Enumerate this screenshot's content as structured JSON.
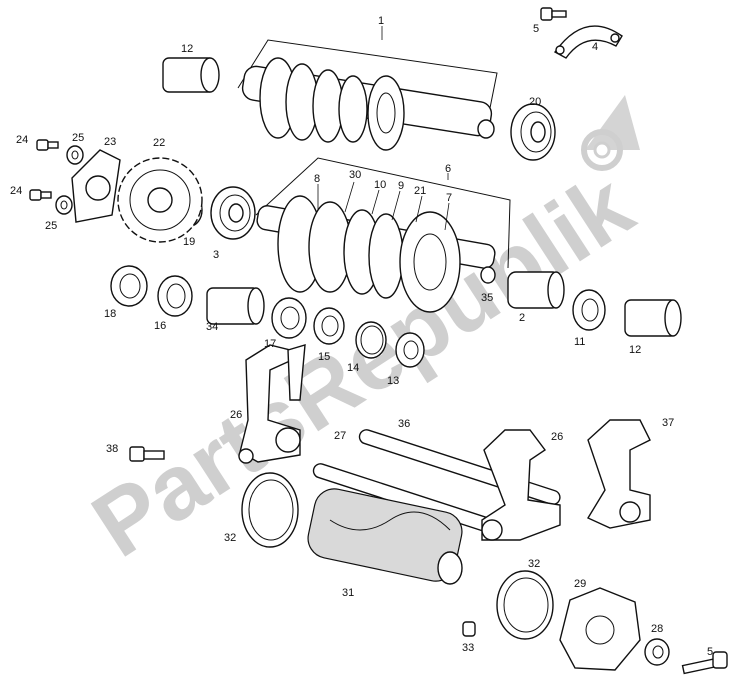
{
  "watermark": {
    "text": "PartsRepublik"
  },
  "callouts": {
    "c1": "1",
    "c2": "2",
    "c3": "3",
    "c4": "4",
    "c5a": "5",
    "c5b": "5",
    "c6": "6",
    "c7": "7",
    "c8": "8",
    "c9": "9",
    "c10": "10",
    "c11": "11",
    "c12a": "12",
    "c12b": "12",
    "c13": "13",
    "c14": "14",
    "c15": "15",
    "c16": "16",
    "c17": "17",
    "c18": "18",
    "c19": "19",
    "c20": "20",
    "c21": "21",
    "c22": "22",
    "c23": "23",
    "c24a": "24",
    "c24b": "24",
    "c25a": "25",
    "c25b": "25",
    "c26a": "26",
    "c26b": "26",
    "c27": "27",
    "c28": "28",
    "c29": "29",
    "c30": "30",
    "c31": "31",
    "c32a": "32",
    "c32b": "32",
    "c33": "33",
    "c34": "34",
    "c35": "35",
    "c36": "36",
    "c37": "37",
    "c38": "38"
  },
  "icons": {
    "logo": "gear-shield-icon"
  }
}
